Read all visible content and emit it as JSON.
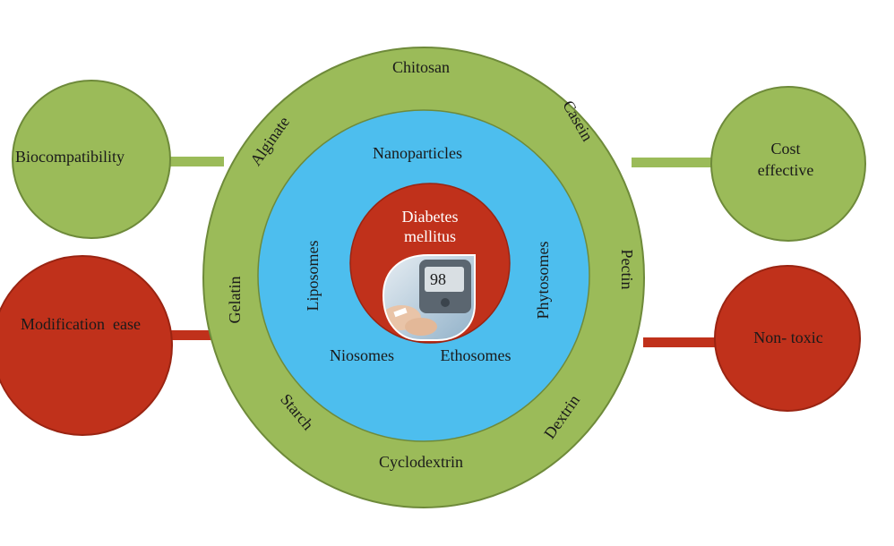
{
  "colors": {
    "green_fill": "#9bbb59",
    "green_stroke": "#6e8a3a",
    "blue_fill": "#4dbeee",
    "red_fill": "#c0311b",
    "red_stroke": "#9a2412",
    "connector_green": "#9bbb59",
    "connector_red": "#c0311b"
  },
  "center": {
    "title_line1": "Diabetes",
    "title_line2": "mellitus",
    "image_icon": "glucose-meter-photo",
    "meter_reading": "98"
  },
  "inner_ring": {
    "top": "Nanoparticles",
    "left": "Liposomes",
    "right": "Phytosomes",
    "bottom_left": "Niosomes",
    "bottom_right": "Ethosomes"
  },
  "outer_ring": {
    "top": "Chitosan",
    "upper_right": "Casein",
    "right": "Pectin",
    "lower_right": "Dextrin",
    "bottom": "Cyclodextrin",
    "lower_left": "Starch",
    "left": "Gelatin",
    "upper_left": "Alginate"
  },
  "properties": {
    "top_left": "Biocompatibility",
    "bottom_left": "Modification  ease",
    "top_right_line1": "Cost",
    "top_right_line2": "effective",
    "bottom_right": "Non- toxic"
  }
}
